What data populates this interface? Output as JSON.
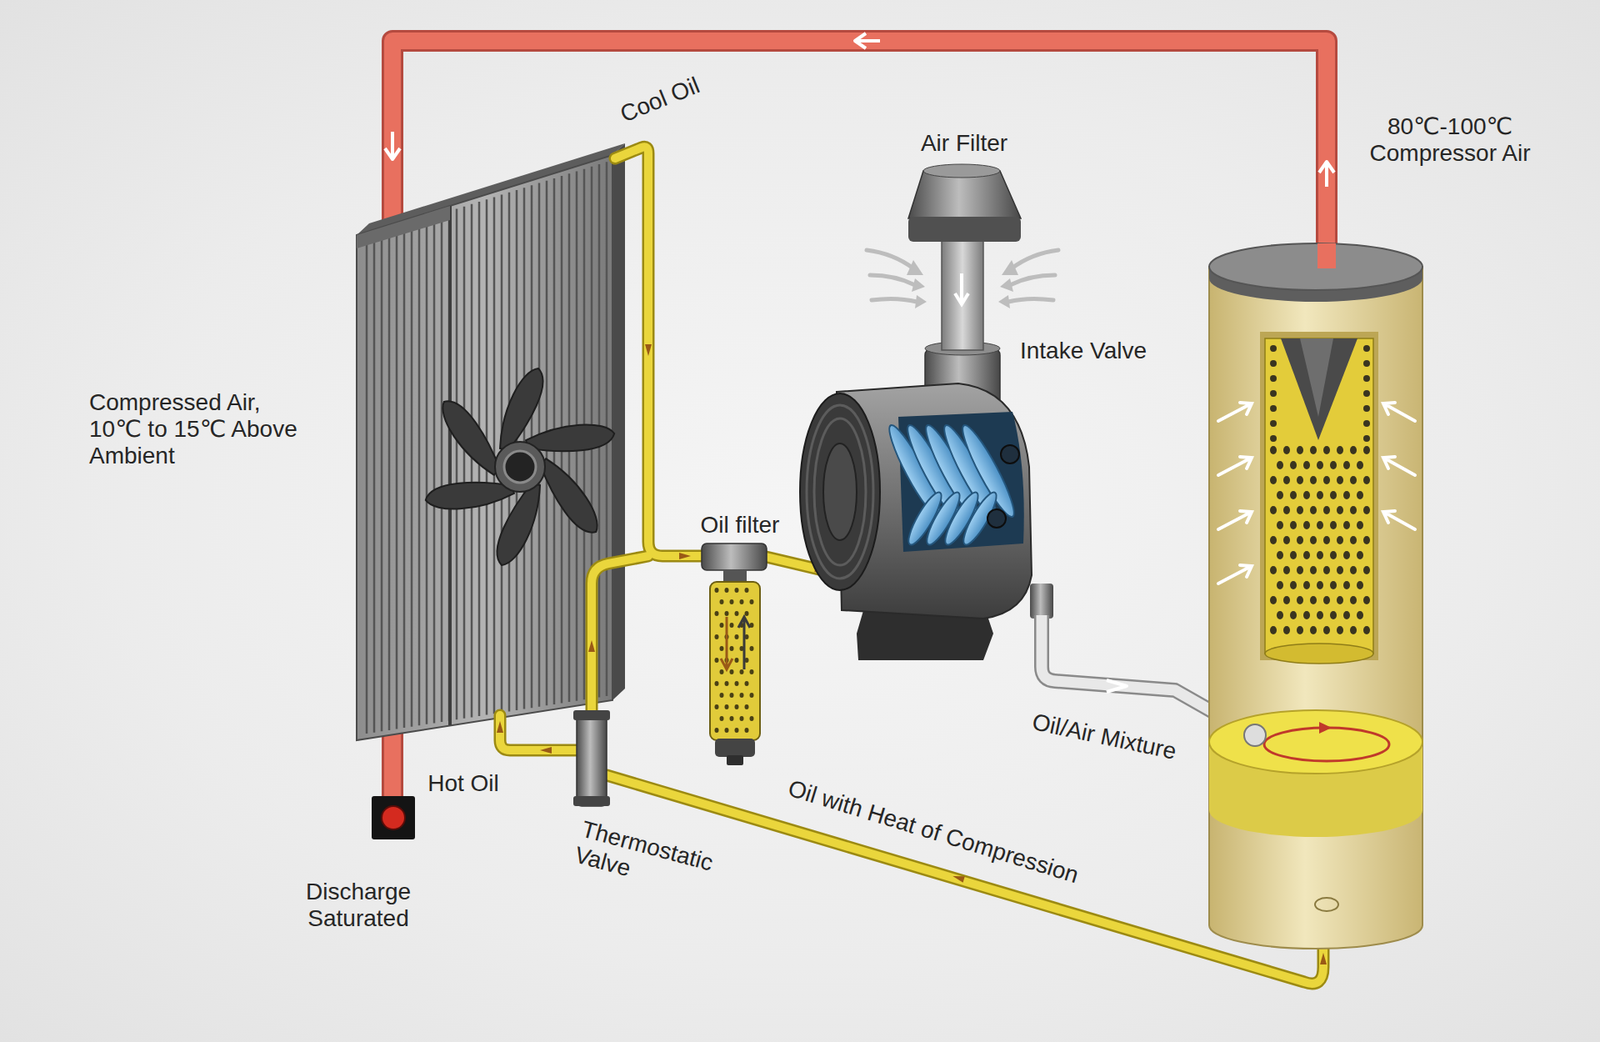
{
  "diagram": {
    "labels": [
      "Cool Oil",
      "Air Filter",
      "80℃-100℃ Compressor Air",
      "Intake Valve",
      "Compressed Air, 10℃ to 15℃ Above Ambient",
      "Oil filter",
      "Oil/Air Mixture",
      "Hot Oil",
      "Thermostatic Valve",
      "Oil with Heat of Compression",
      "Discharge Saturated"
    ]
  }
}
